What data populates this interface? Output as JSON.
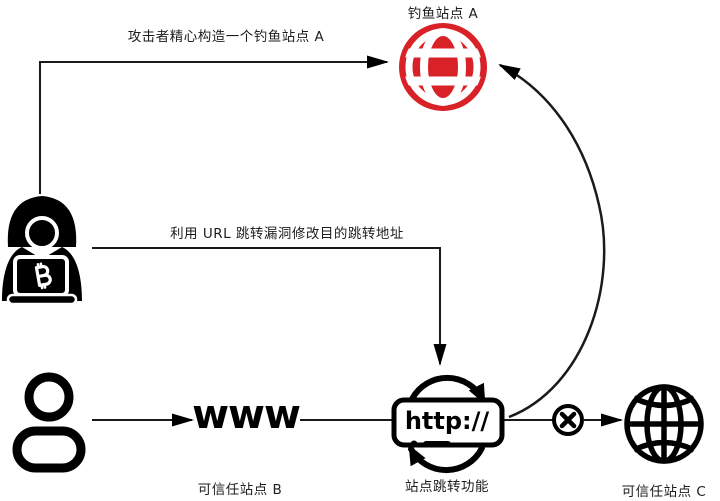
{
  "diagram": {
    "colors": {
      "phishing_red": "#d92128",
      "ink": "#000000"
    },
    "nodes": {
      "phishing_site_a": {
        "label": "钓鱼站点 A",
        "icon": "red-globe-icon"
      },
      "attacker": {
        "icon": "hacker-laptop-icon"
      },
      "user": {
        "icon": "person-icon"
      },
      "trusted_site_b": {
        "label": "可信任站点 B",
        "text": "www"
      },
      "redirect_service": {
        "label": "站点跳转功能",
        "text": "http://",
        "icon": "http-redirect-icon"
      },
      "trusted_site_c": {
        "label": "可信任站点 C",
        "icon": "wireframe-globe-icon"
      }
    },
    "edges": {
      "attacker_builds_phishing": {
        "label": "攻击者精心构造一个钓鱼站点 A"
      },
      "attacker_exploits_redirect": {
        "label": "利用 URL 跳转漏洞修改目的跳转地址"
      },
      "user_visits_site_b": {
        "status": "normal"
      },
      "redirect_to_site_c": {
        "status": "blocked",
        "icon": "blocked-x-icon"
      },
      "redirect_hijacked_to_phishing": {
        "status": "hijacked"
      }
    }
  }
}
